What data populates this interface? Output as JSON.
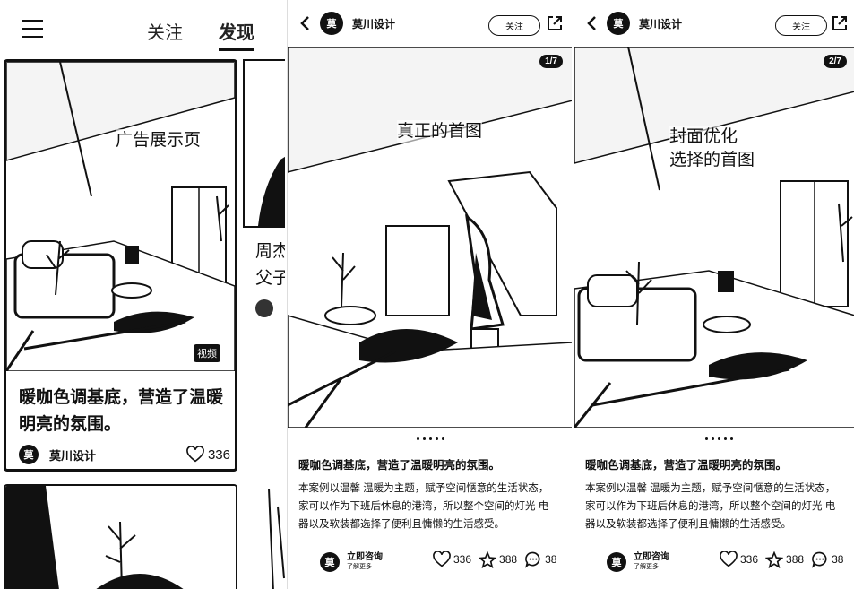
{
  "feed": {
    "tabs": [
      {
        "label": "关注"
      },
      {
        "label": "发现"
      }
    ],
    "main_card": {
      "overlay": "广告展示页",
      "badge": "视频",
      "title": "暖咖色调基底，营造了温暖明亮的氛围。",
      "author": "莫川设计",
      "avatar_text": "莫",
      "likes": "336"
    },
    "side_card": {
      "title": "周杰父子"
    }
  },
  "detail1": {
    "author": "莫川设计",
    "avatar_text": "莫",
    "follow_label": "关注",
    "page_indicator": "1/7",
    "overlay": "真正的首图",
    "title": "暖咖色调基底，营造了温暖明亮的氛围。",
    "body": "本案例以温馨 温暖为主题，赋予空间惬意的生活状态，家可以作为下班后休息的港湾，所以整个空间的灯光 电器以及软装都选择了便利且慵懒的生活感受。",
    "consult_label": "立即咨询",
    "consult_sub": "了解更多",
    "likes": "336",
    "stars": "388",
    "comments": "38"
  },
  "detail2": {
    "author": "莫川设计",
    "avatar_text": "莫",
    "follow_label": "关注",
    "page_indicator": "2/7",
    "overlay_line1": "封面优化",
    "overlay_line2": "选择的首图",
    "title": "暖咖色调基底，营造了温暖明亮的氛围。",
    "body": "本案例以温馨 温暖为主题，赋予空间惬意的生活状态，家可以作为下班后休息的港湾，所以整个空间的灯光 电器以及软装都选择了便利且慵懒的生活感受。",
    "consult_label": "立即咨询",
    "consult_sub": "了解更多",
    "likes": "336",
    "stars": "388",
    "comments": "38"
  },
  "icons": [
    "menu-icon",
    "heart-icon",
    "back-icon",
    "share-icon",
    "star-icon",
    "comment-icon"
  ],
  "colors": {
    "ink": "#111111",
    "paper": "#ffffff"
  }
}
